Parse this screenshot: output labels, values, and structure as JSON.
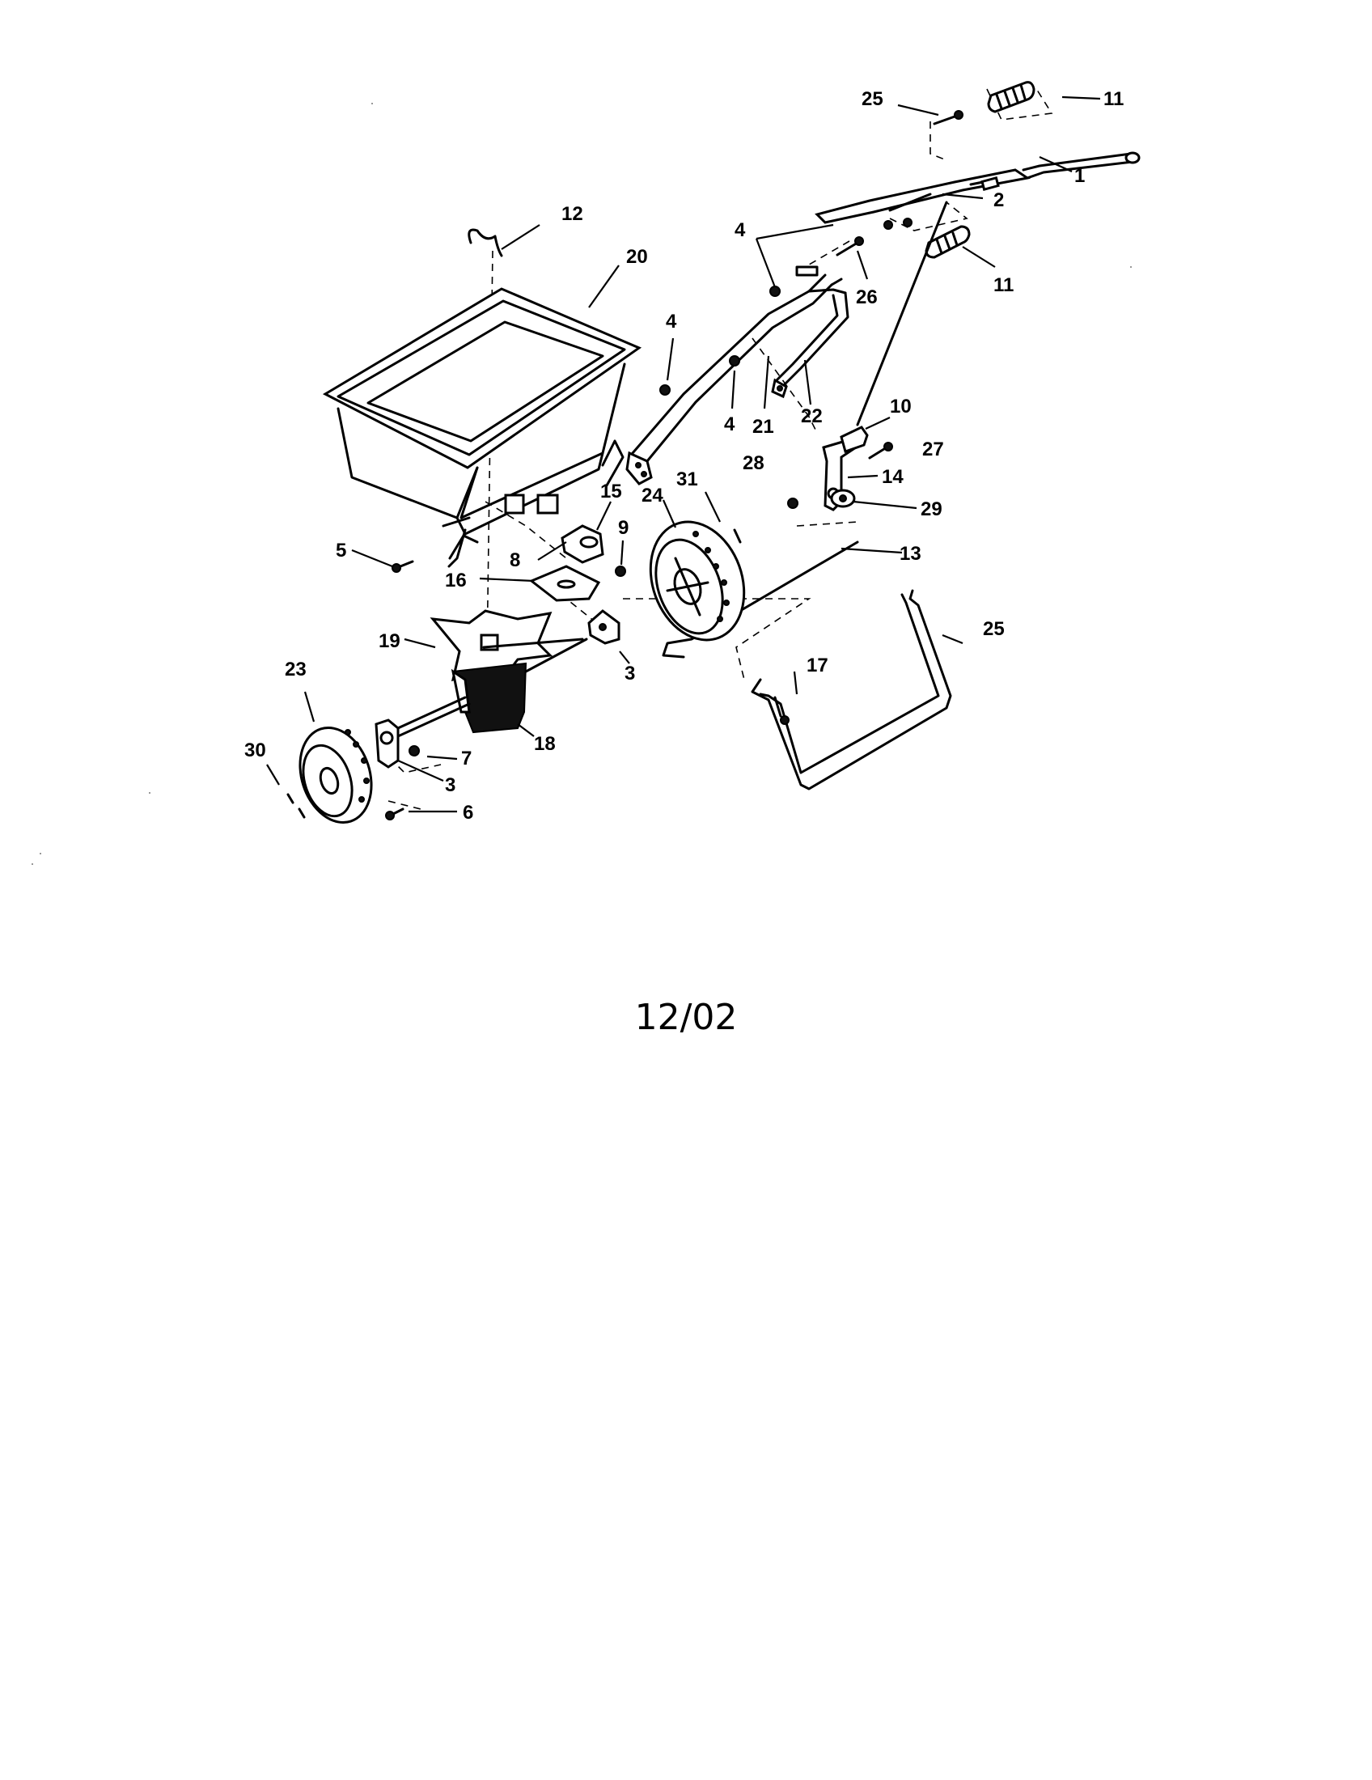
{
  "callouts": {
    "c1": "1",
    "c2": "2",
    "c3a": "3",
    "c3b": "3",
    "c4a": "4",
    "c4b": "4",
    "c4c": "4",
    "c5": "5",
    "c6": "6",
    "c7": "7",
    "c8": "8",
    "c9": "9",
    "c10": "10",
    "c11a": "11",
    "c11b": "11",
    "c12": "12",
    "c13": "13",
    "c14": "14",
    "c15": "15",
    "c16": "16",
    "c17": "17",
    "c18": "18",
    "c19": "19",
    "c20": "20",
    "c21": "21",
    "c22": "22",
    "c23": "23",
    "c24": "24",
    "c25a": "25",
    "c25b": "25",
    "c26": "26",
    "c27": "27",
    "c28": "28",
    "c29": "29",
    "c30": "30",
    "c31": "31"
  },
  "footer": {
    "date_code": "12/02"
  }
}
